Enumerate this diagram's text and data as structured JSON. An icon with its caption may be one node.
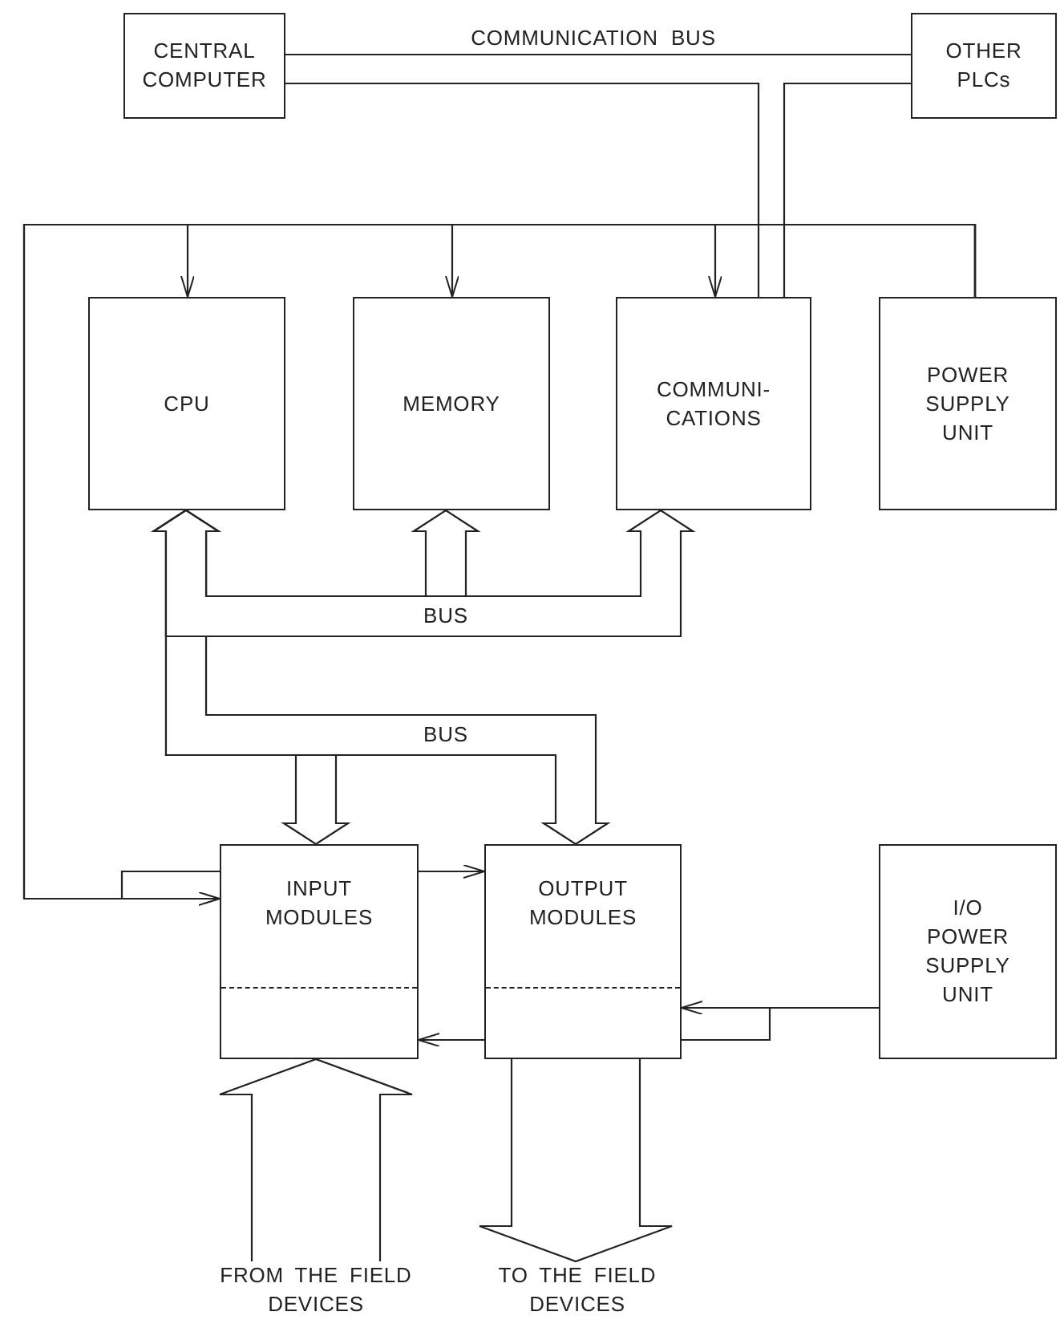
{
  "diagram": {
    "nodes": [
      {
        "text": [
          "CENTRAL COMPUTER"
        ]
      },
      {
        "text": [
          "OTHER PLCs"
        ]
      },
      {
        "text": [
          "CPU"
        ]
      },
      {
        "text": [
          "MEMORY"
        ]
      },
      {
        "text": [
          "COMMUNI- CATIONS"
        ]
      },
      {
        "text": [
          "POWER SUPPLY UNIT"
        ]
      },
      {
        "text": [
          "INPUT MODULES"
        ]
      },
      {
        "text": [
          "OUTPUT MODULES"
        ]
      },
      {
        "text": [
          "I/O POWER SUPPLY UNIT"
        ]
      },
      {
        "text": [
          "FROM THE FIELD DEVICES"
        ]
      },
      {
        "text": [
          "TO THE FIELD DEVICES"
        ]
      }
    ],
    "edges": [
      {
        "from": 0,
        "to": 1,
        "arrow": "none",
        "label": "COMMUNICATION BUS"
      },
      {
        "from": 0,
        "to": 4,
        "arrow": "none"
      },
      {
        "from": 1,
        "to": 4,
        "arrow": "none"
      },
      {
        "from": 5,
        "to": 2,
        "arrow": "to"
      },
      {
        "from": 5,
        "to": 3,
        "arrow": "to"
      },
      {
        "from": 5,
        "to": 4,
        "arrow": "to"
      },
      {
        "from": 5,
        "to": 6,
        "arrow": "to"
      },
      {
        "from": 5,
        "to": 6,
        "arrow": "none"
      },
      {
        "from": 6,
        "to": 7,
        "arrow": "to"
      },
      {
        "from": 8,
        "to": 7,
        "arrow": "to"
      },
      {
        "from": 8,
        "to": 7,
        "arrow": "none"
      },
      {
        "from": 7,
        "to": 6,
        "arrow": "to"
      },
      {
        "from": 2,
        "to": 6,
        "arrow": "both",
        "style": "thick"
      },
      {
        "from": 2,
        "to": 7,
        "arrow": "both",
        "style": "thick",
        "label": "BUS"
      },
      {
        "from": 2,
        "to": 3,
        "arrow": "both",
        "style": "thick"
      },
      {
        "from": 2,
        "to": 4,
        "arrow": "both",
        "style": "thick",
        "label": "BUS"
      },
      {
        "from": 9,
        "to": 6,
        "arrow": "to",
        "style": "thick"
      },
      {
        "from": 7,
        "to": 10,
        "arrow": "to",
        "style": "thick"
      }
    ]
  }
}
